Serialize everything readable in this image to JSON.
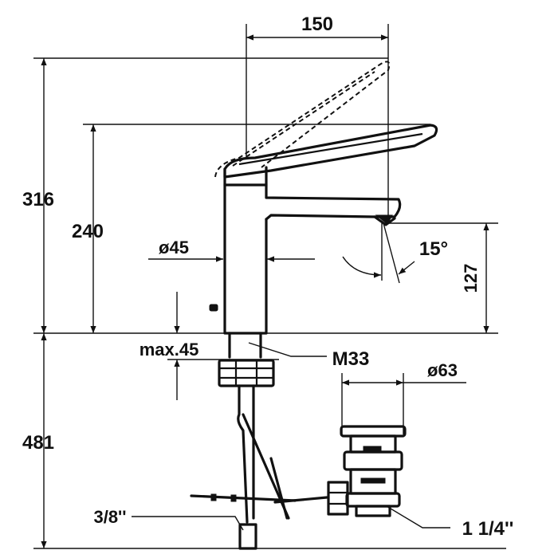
{
  "dimensions": {
    "width_top": "150",
    "height_total": "316",
    "height_spout": "240",
    "body_diameter": "ø45",
    "spout_height": "127",
    "spout_angle": "15°",
    "max_thickness": "max.45",
    "thread": "M33",
    "waste_diameter": "ø63",
    "height_below": "481",
    "supply_connection": "3/8''",
    "waste_connection": "1 1/4''"
  }
}
